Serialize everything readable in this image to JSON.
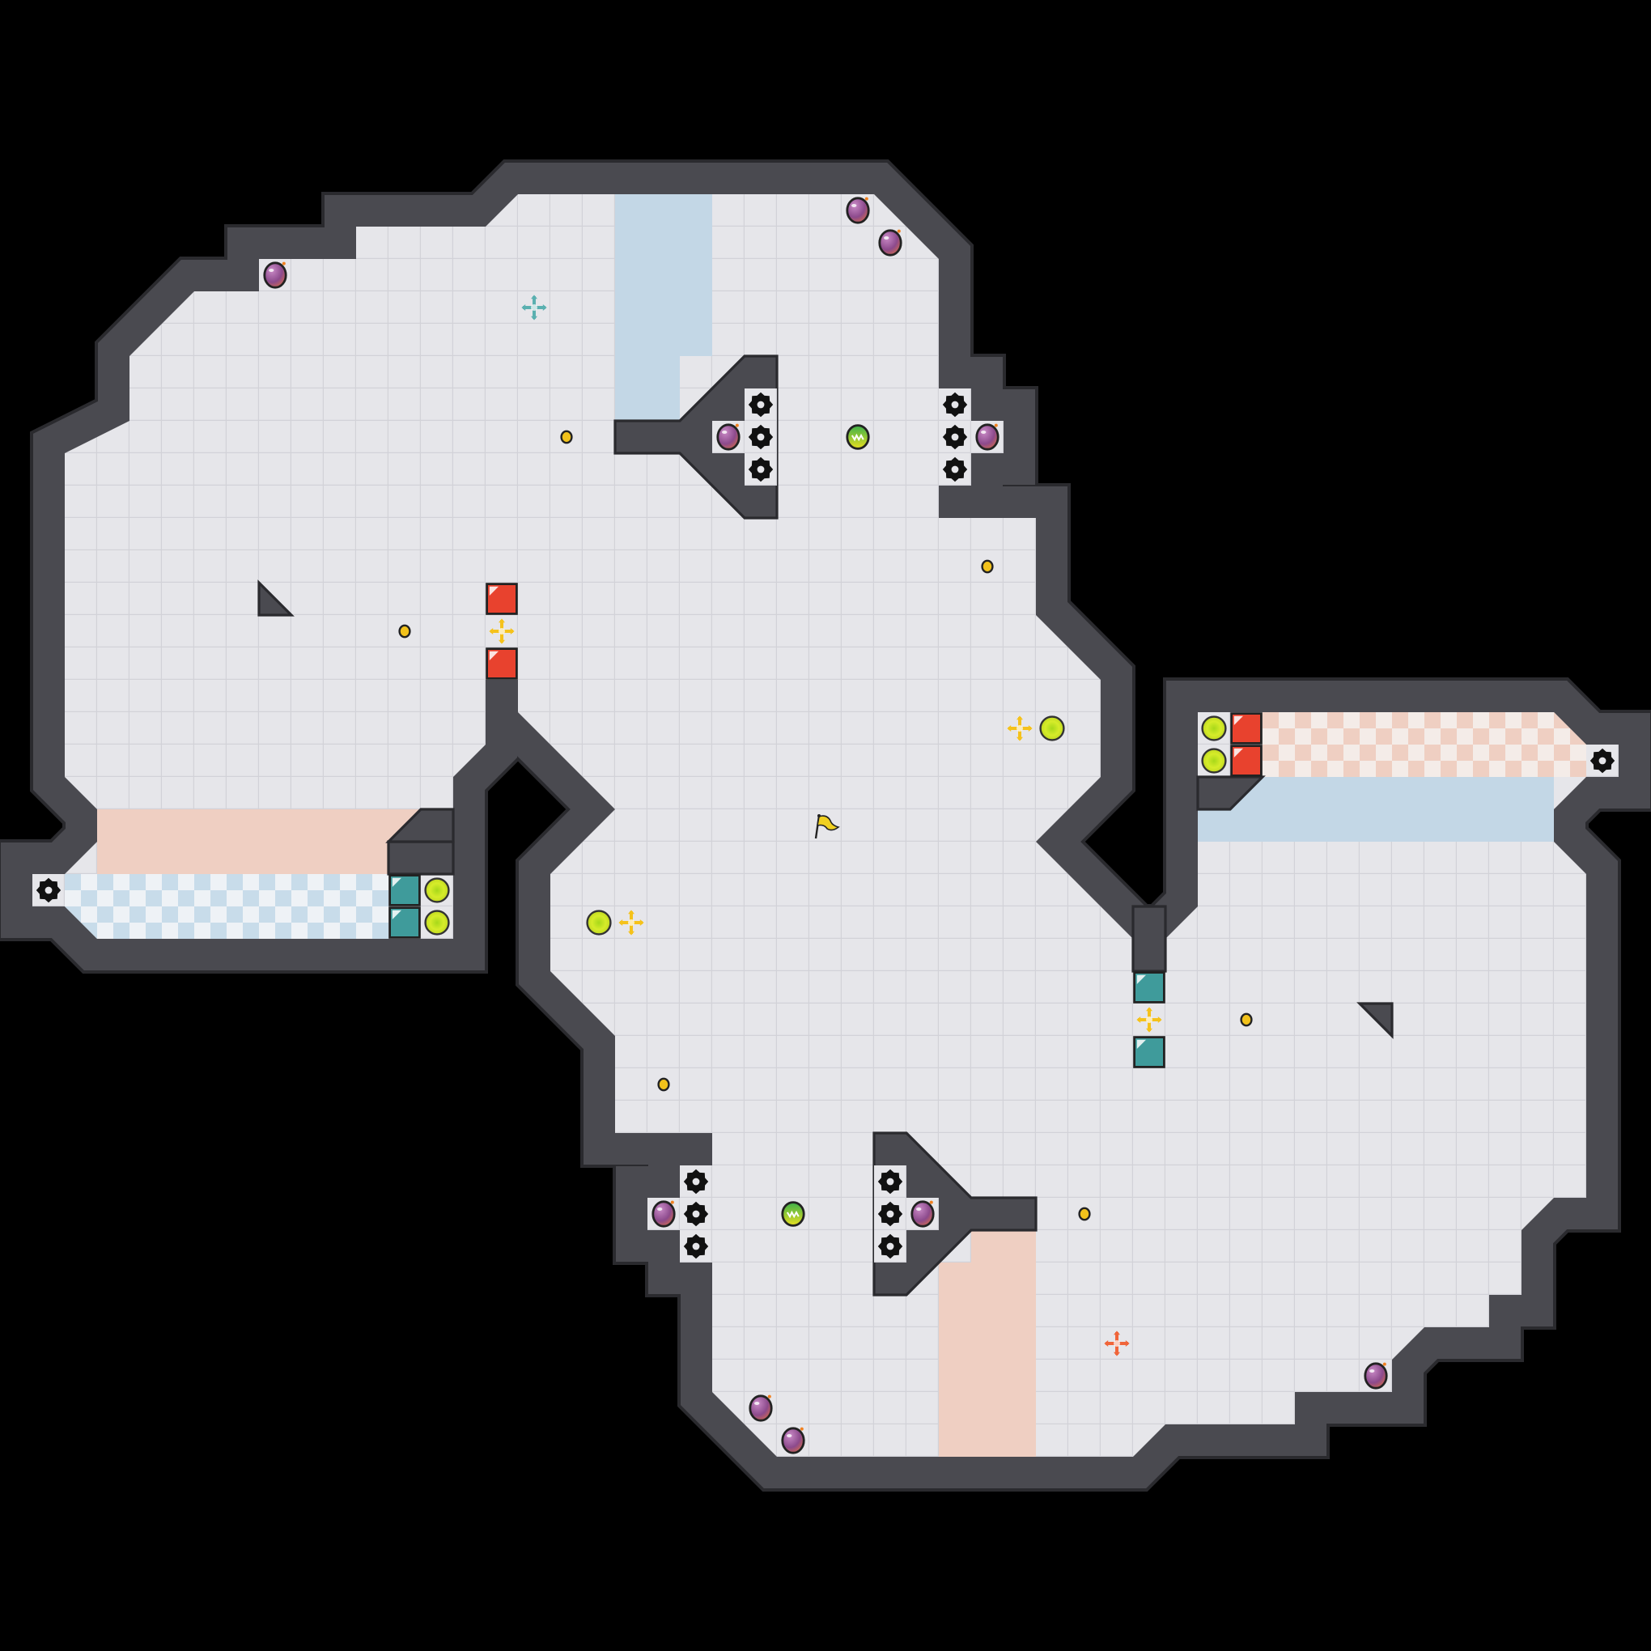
{
  "level": {
    "entity_types": [
      "bomb",
      "gear-mine",
      "power-orb",
      "gold-coin",
      "lime-orb",
      "red-block",
      "teal-block",
      "yellow-cross",
      "teal-cross",
      "orange-cross",
      "goal-flag"
    ]
  },
  "colors": {
    "background": "#000000",
    "floor": "#e6e6ea",
    "grid_line": "#d2d2d8",
    "wall": "#4a4a50",
    "wall_edge": "#2a2a2e",
    "blue_zone": "#c3d7e6",
    "peach_zone": "#efcfc2",
    "bomb": "#9a4f8e",
    "coin": "#f2c21b",
    "lime": "#c8e020",
    "red_block": "#e8422e",
    "teal_block": "#3f9b9b",
    "cross_yellow": "#f5c21b",
    "cross_teal": "#5ab0b0",
    "cross_orange": "#f0653a",
    "flag": "#f0d020"
  }
}
